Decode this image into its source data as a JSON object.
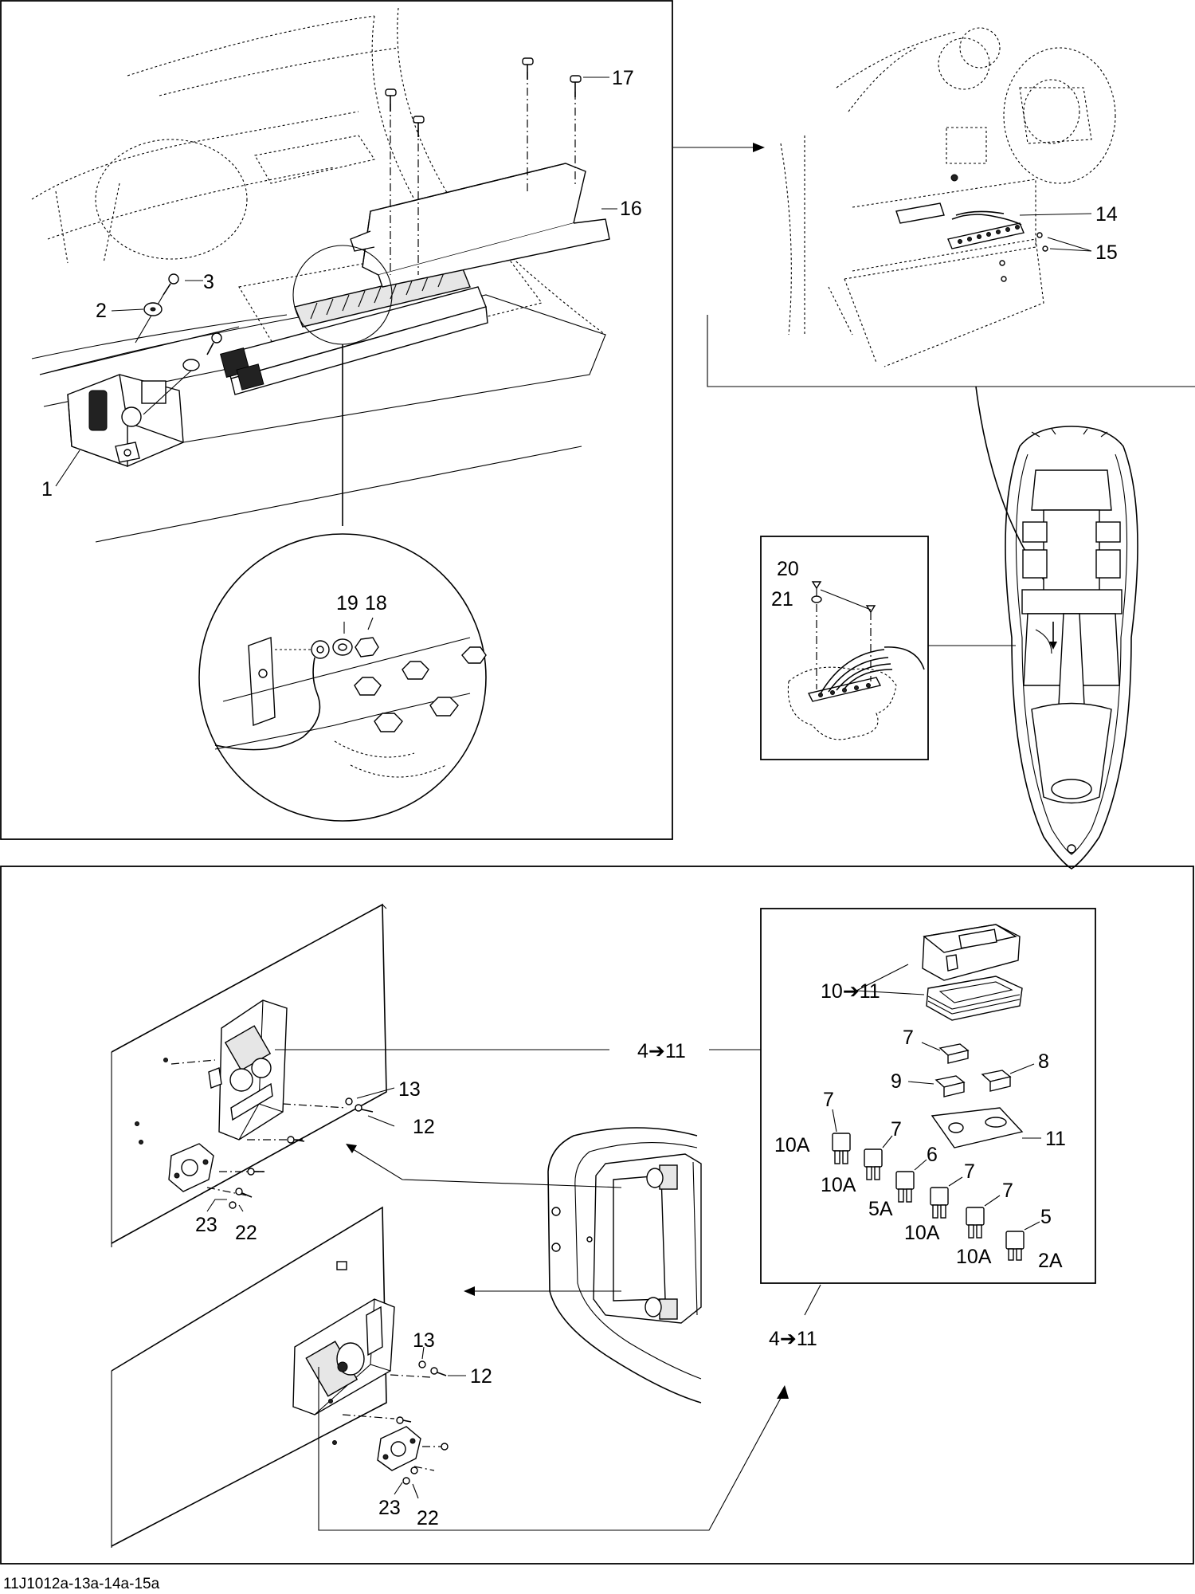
{
  "callouts": {
    "c1": "1",
    "c2": "2",
    "c3": "3",
    "c16": "16",
    "c17": "17",
    "c14": "14",
    "c15": "15",
    "c18": "18",
    "c19": "19",
    "c20": "20",
    "c21": "21",
    "c10_11": "10➔11",
    "c4_11_top": "4➔11",
    "c4_11_bottom": "4➔11",
    "c7a": "7",
    "c8": "8",
    "c9": "9",
    "c11": "11",
    "c7b": "7",
    "c7c": "7",
    "c6": "6",
    "c7d": "7",
    "c7e": "7",
    "c5": "5",
    "f10a_1": "10A",
    "f10a_2": "10A",
    "f5a": "5A",
    "f10a_3": "10A",
    "f10a_4": "10A",
    "f2a": "2A",
    "c13_top": "13",
    "c12_top": "12",
    "c23_top": "23",
    "c22_top": "22",
    "c13_bot": "13",
    "c12_bot": "12",
    "c23_bot": "23",
    "c22_bot": "22"
  },
  "figure_ref": "11J1012a-13a-14a-15a"
}
